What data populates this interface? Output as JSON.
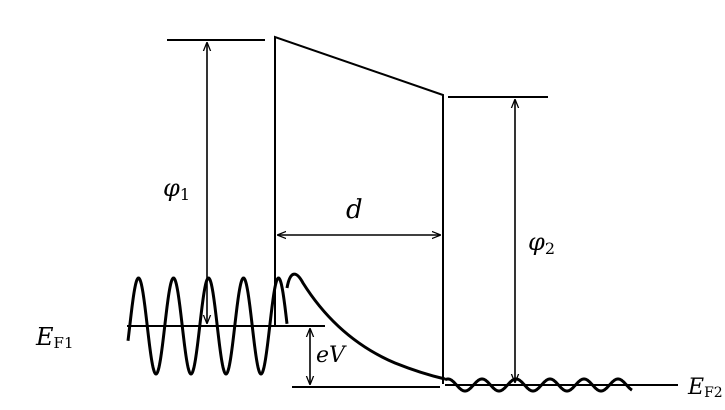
{
  "labels": {
    "phi1": {
      "symbol": "φ",
      "sub": "1"
    },
    "phi2": {
      "symbol": "φ",
      "sub": "2"
    },
    "d": "d",
    "eV": "eV",
    "EF1": {
      "main": "E",
      "sub": "F1"
    },
    "EF2": {
      "main": "E",
      "sub": "F2"
    }
  },
  "colors": {
    "stroke": "#000000",
    "background": "#ffffff"
  }
}
